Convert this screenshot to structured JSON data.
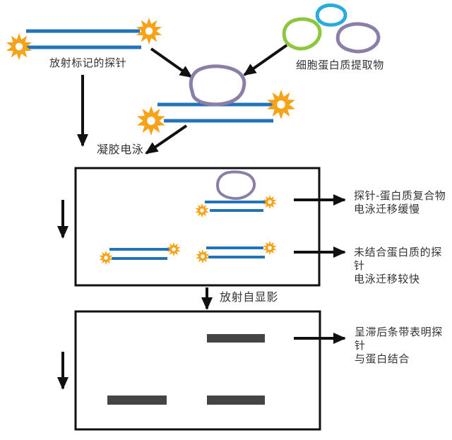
{
  "labels": {
    "probe": "放射标记的探针",
    "cell_extract": "细胞蛋白质提取物",
    "gel_electrophoresis": "凝胶电泳",
    "autoradiography": "放射自显影",
    "complex_note": "探针-蛋白质复合物\n电泳迁移缓慢",
    "unbound_note": "未结合蛋白质的探针\n电泳迁移较快",
    "band_note": "呈滞后条带表明探针\n与蛋白结合"
  },
  "colors": {
    "probe_blue": "#2273B8",
    "star_orange": "#F7A31A",
    "blob_green": "#8DC63F",
    "blob_blue": "#29ABE2",
    "blob_purple": "#8C7FA7",
    "band_gray": "#454545",
    "arrow_black": "#111111"
  }
}
